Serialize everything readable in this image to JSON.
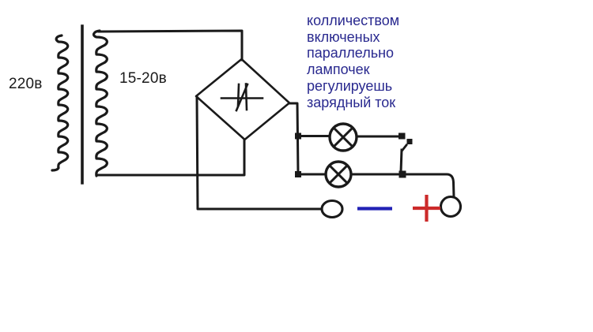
{
  "diagram": {
    "kind": "hand-drawn electrical schematic",
    "subject": "charger circuit: mains transformer, bridge rectifier, parallel lamps regulating charging current, output terminals"
  },
  "labels": {
    "primary_voltage": "220в",
    "secondary_voltage": "15-20в",
    "annotation": "колличеством\nвключеных\nпараллельно\nлампочек\nрегулируешь\nзарядный ток",
    "negative_terminal_symbol": "−",
    "positive_terminal_symbol": "+"
  },
  "colors": {
    "ink": "#1a1a1a",
    "annotation_text": "#29298f",
    "negative_symbol": "#2222b5",
    "positive_symbol": "#cc2a2a",
    "background": "#ffffff"
  },
  "components": [
    {
      "name": "transformer-primary-winding",
      "label": "220в"
    },
    {
      "name": "transformer-core"
    },
    {
      "name": "transformer-secondary-winding",
      "label": "15-20в"
    },
    {
      "name": "bridge-rectifier-diode"
    },
    {
      "name": "lamp-1"
    },
    {
      "name": "lamp-2"
    },
    {
      "name": "switch-contact",
      "state": "open"
    },
    {
      "name": "negative-output-terminal",
      "polarity": "−"
    },
    {
      "name": "positive-output-terminal",
      "polarity": "+"
    }
  ]
}
